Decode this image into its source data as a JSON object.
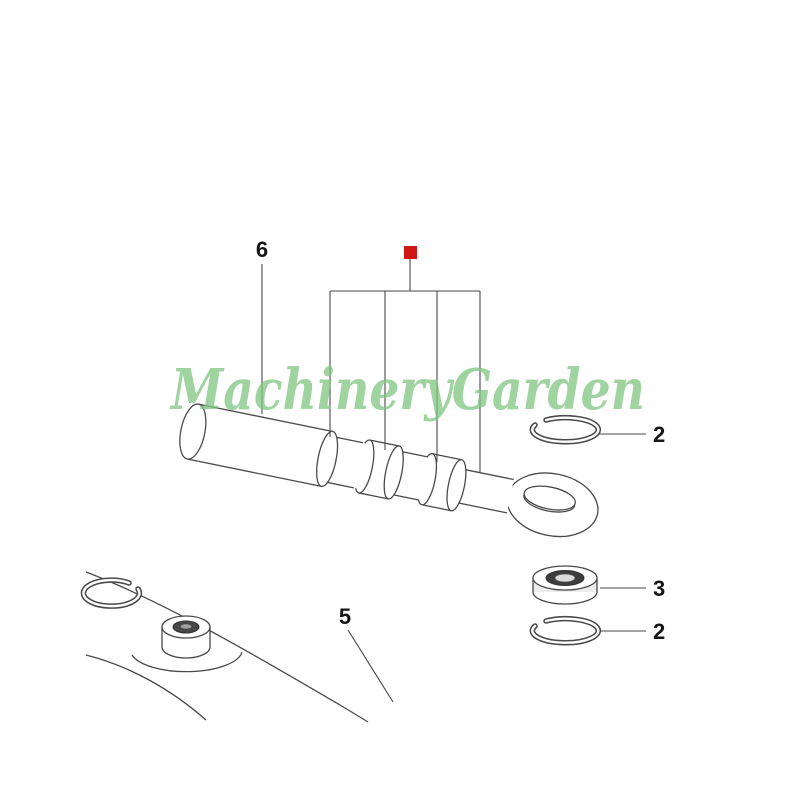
{
  "diagram": {
    "watermark": "MachineryGarden",
    "watermark_color": "#7fc57f",
    "marker_color": "#d01616",
    "line_color": "#4a4a4a",
    "callouts": {
      "part6": {
        "label": "6"
      },
      "part2_top": {
        "label": "2"
      },
      "part3": {
        "label": "3"
      },
      "part2_bottom": {
        "label": "2"
      },
      "part5": {
        "label": "5"
      }
    }
  }
}
